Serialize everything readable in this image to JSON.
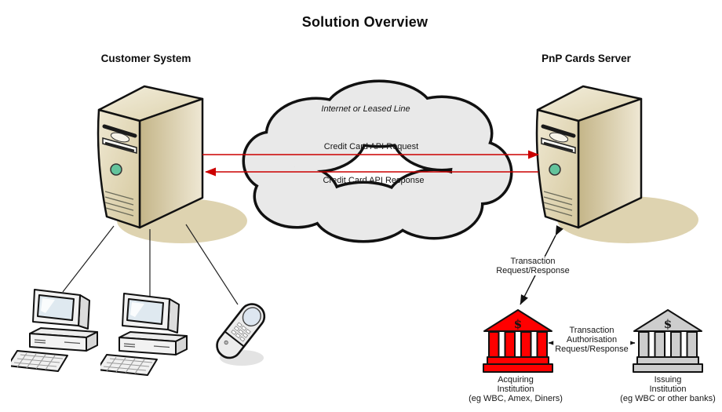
{
  "title": "Solution Overview",
  "nodes": {
    "customer_system": {
      "label": "Customer System"
    },
    "pnp_server": {
      "label": "PnP Cards Server"
    }
  },
  "cloud": {
    "label": "Internet or Leased Line",
    "request_label": "Credit Card API Request",
    "response_label": "Credit Card API Response"
  },
  "transaction_link": {
    "line1": "Transaction",
    "line2": "Request/Response"
  },
  "authorisation_link": {
    "line1": "Transaction",
    "line2": "Authorisation",
    "line3": "Request/Response"
  },
  "acquiring_bank": {
    "symbol": "$",
    "line1": "Acquiring",
    "line2": "Institution",
    "line3": "(eg WBC, Amex, Diners)"
  },
  "issuing_bank": {
    "symbol": "$",
    "line1": "Issuing",
    "line2": "Institution",
    "line3": "(eg WBC or other banks)"
  },
  "colors": {
    "arrow_red": "#cc0000",
    "bank_red": "#ff0000",
    "bank_gray": "#cdcdcd",
    "cloud_fill": "#e9e9e9",
    "server_tan": "#d8cca0",
    "shadow_tan": "#ded3b0"
  }
}
